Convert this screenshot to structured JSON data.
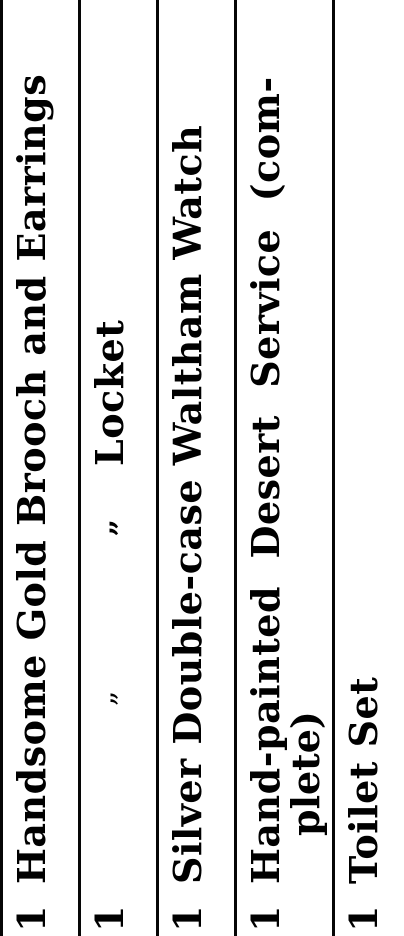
{
  "items": [
    {
      "qty": "1",
      "description": "Handsome Gold Brooch and Earrings"
    },
    {
      "qty": "1",
      "ditto1": "„",
      "ditto2": "„",
      "description": "Locket"
    },
    {
      "qty": "1",
      "description": "Silver Double-case Waltham Watch"
    },
    {
      "qty": "1",
      "description": "Hand-painted  Desert  Service  (com-",
      "continuation": "plete)"
    },
    {
      "qty": "1",
      "description": "Toilet Set"
    }
  ]
}
